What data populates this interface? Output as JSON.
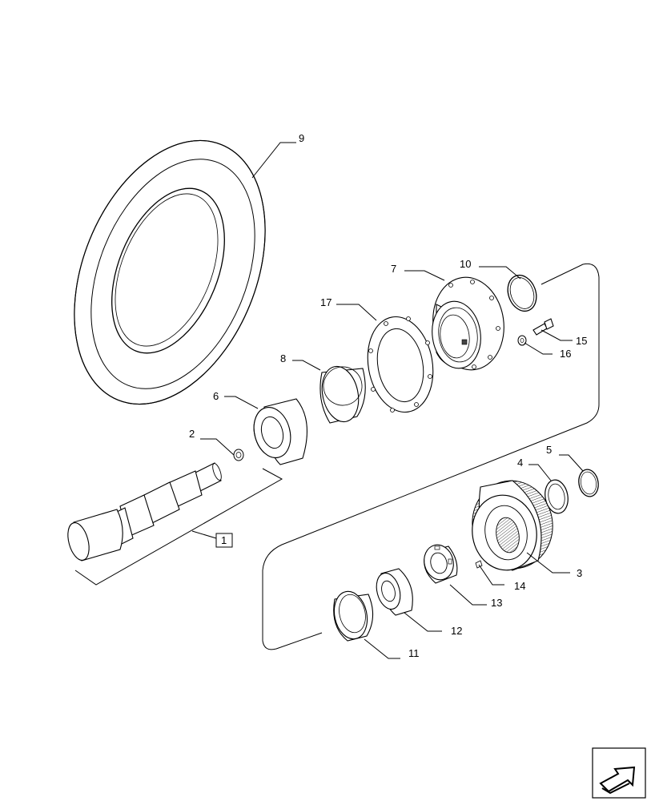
{
  "callouts": {
    "c1": "1",
    "c2": "2",
    "c3": "3",
    "c4": "4",
    "c5": "5",
    "c6": "6",
    "c7": "7",
    "c8": "8",
    "c9": "9",
    "c10": "10",
    "c11": "11",
    "c12": "12",
    "c13": "13",
    "c14": "14",
    "c15": "15",
    "c16": "16",
    "c17": "17"
  },
  "icons": {
    "nav": "next-page-arrow-icon"
  }
}
